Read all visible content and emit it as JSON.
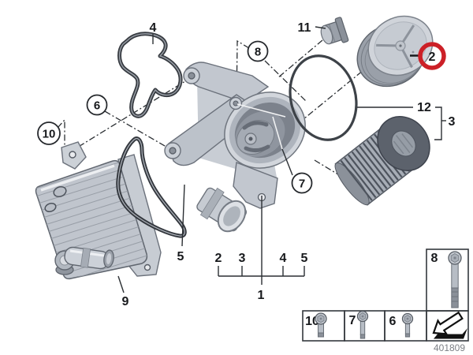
{
  "labels": {
    "gasket_top": "4",
    "bolt_circle_6": "6",
    "bolt_circle_10": "10",
    "bolt_circle_8": "8",
    "housing_circle_7": "7",
    "plug": "11",
    "oring_cap": "12",
    "filter_kit": "3",
    "cap_highlight": "2",
    "profile_gasket": "5",
    "oil_cooler": "9",
    "bracket_item_2": "2",
    "bracket_item_3": "3",
    "bracket_item_4": "4",
    "bracket_item_5": "5",
    "bracket_parent": "1",
    "table_bolt_8": "8",
    "table_bolt_10": "10",
    "table_bolt_7": "7",
    "table_bolt_6": "6",
    "footer_code": "401809"
  },
  "bottom_bracket": {
    "items": [
      "2",
      "3",
      "4",
      "5"
    ],
    "parent": "1"
  },
  "fastener_table": {
    "tall_cell": "8",
    "row_cells": [
      "10",
      "7",
      "6"
    ],
    "arrow_icon": "direction-arrow"
  },
  "highlight": {
    "label": "2",
    "color": "#cc2027"
  },
  "colors": {
    "line": "#2b2f33",
    "highlight_red": "#cc2027",
    "footer_gray": "#7b7f85"
  }
}
